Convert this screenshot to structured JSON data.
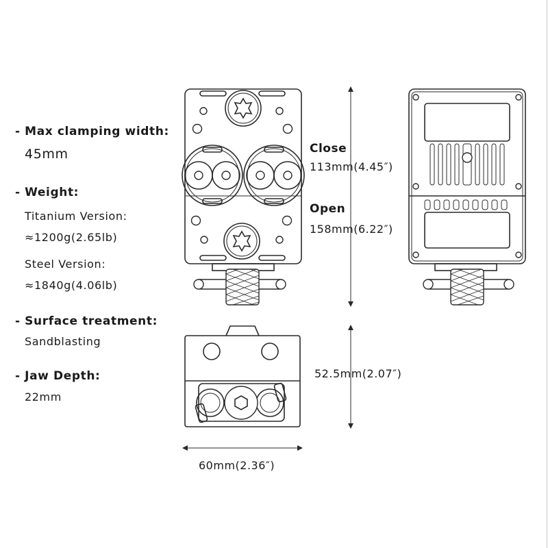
{
  "specs": {
    "max_clamping": {
      "label": "- Max clamping width:",
      "value": "45mm"
    },
    "weight": {
      "label": "- Weight:",
      "titanium_label": "Titanium Version:",
      "titanium_value": "≈1200g(2.65lb)",
      "steel_label": "Steel Version:",
      "steel_value": "≈1840g(4.06lb)"
    },
    "surface": {
      "label": "- Surface treatment:",
      "value": "Sandblasting"
    },
    "jaw_depth": {
      "label": "- Jaw Depth:",
      "value": "22mm"
    }
  },
  "dimensions": {
    "close_label": "Close",
    "close_value": "113mm(4.45″)",
    "open_label": "Open",
    "open_value": "158mm(6.22″)",
    "height_value": "52.5mm(2.07″)",
    "width_value": "60mm(2.36″)"
  }
}
